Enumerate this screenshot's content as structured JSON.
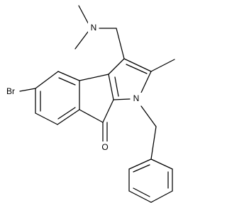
{
  "molecule": {
    "atoms": {
      "n_amine": "N",
      "n_ring": "N",
      "oxygen": "O",
      "bromine": "Br"
    }
  }
}
